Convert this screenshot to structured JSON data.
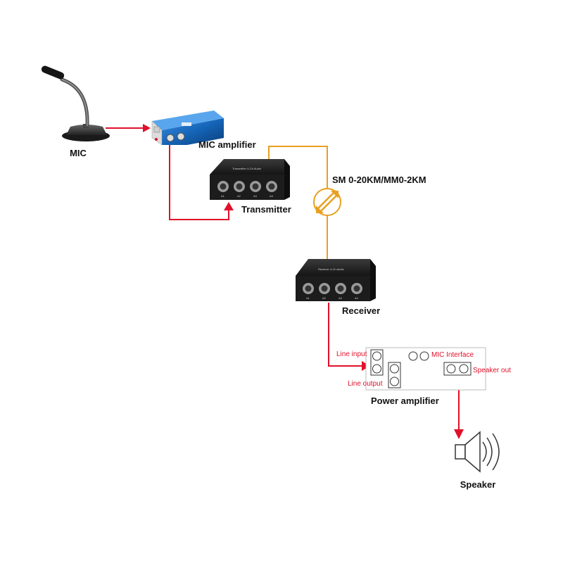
{
  "labels": {
    "mic": "MIC",
    "mic_amplifier": "MIC amplifier",
    "transmitter": "Transmitter",
    "fiber": "SM 0-20KM/MM0-2KM",
    "receiver": "Receiver",
    "power_amplifier": "Power amplifier",
    "speaker": "Speaker"
  },
  "power_amp_ports": {
    "line_input": "Line input",
    "line_output": "Line output",
    "mic_interface": "MIC Interface",
    "speaker_out": "Speaker out"
  },
  "colors": {
    "signal_line": "#e0102a",
    "fiber_line": "#e8a020",
    "amp_body": "#1565b8",
    "device_body": "#1c1c1c"
  },
  "icons": {
    "microphone": "gooseneck-microphone-icon",
    "amplifier": "mic-amplifier-device-icon",
    "transceiver": "xlr-4-channel-box-icon",
    "fiber_connector": "fiber-connector-icon",
    "speaker": "speaker-icon"
  }
}
